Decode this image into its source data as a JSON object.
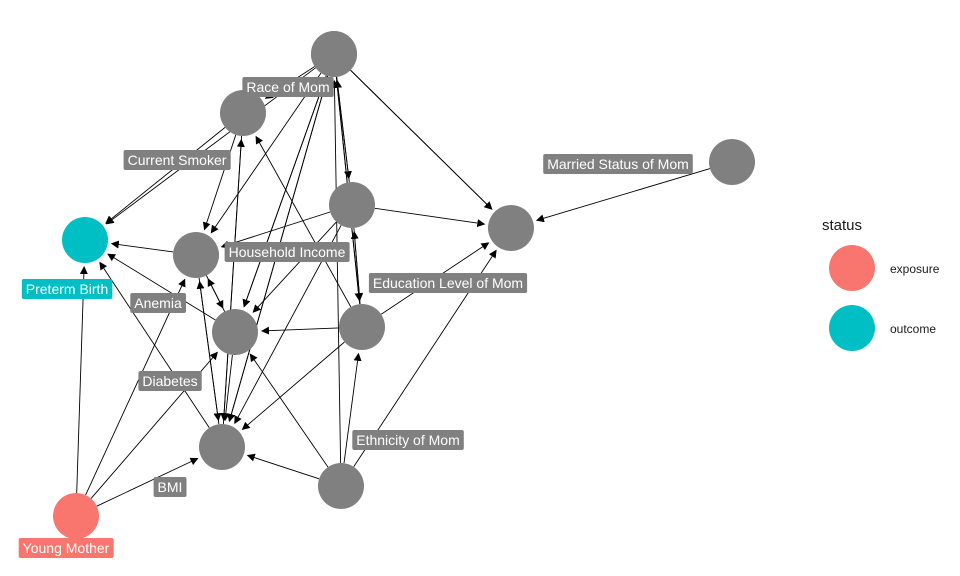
{
  "colors": {
    "default_node": "#808080",
    "exposure": "#F8766D",
    "outcome": "#00BFC4",
    "edge": "#000000",
    "label_text": "#ffffff"
  },
  "legend": {
    "title": "status",
    "items": [
      {
        "label": "exposure",
        "status": "exposure"
      },
      {
        "label": "outcome",
        "status": "outcome"
      }
    ]
  },
  "nodes": [
    {
      "id": "top",
      "label": "",
      "status": "none"
    },
    {
      "id": "race",
      "label": "Race of Mom",
      "status": "none"
    },
    {
      "id": "smoker",
      "label": "Current Smoker",
      "status": "none"
    },
    {
      "id": "married",
      "label": "Married Status of Mom",
      "status": "none"
    },
    {
      "id": "hh_income",
      "label": "Household Income",
      "status": "none"
    },
    {
      "id": "preterm",
      "label": "Preterm Birth",
      "status": "outcome"
    },
    {
      "id": "anemia",
      "label": "Anemia",
      "status": "none"
    },
    {
      "id": "education",
      "label": "Education Level of Mom",
      "status": "none"
    },
    {
      "id": "right_mid",
      "label": "",
      "status": "none"
    },
    {
      "id": "diabetes",
      "label": "Diabetes",
      "status": "none"
    },
    {
      "id": "ethnicity",
      "label": "Ethnicity of Mom",
      "status": "none"
    },
    {
      "id": "bmi",
      "label": "BMI",
      "status": "none"
    },
    {
      "id": "young",
      "label": "Young Mother",
      "status": "exposure"
    }
  ],
  "edges": [
    [
      "top",
      "right_mid"
    ],
    [
      "top",
      "hh_income"
    ],
    [
      "top",
      "education"
    ],
    [
      "top",
      "diabetes"
    ],
    [
      "top",
      "smoker"
    ],
    [
      "top",
      "bmi"
    ],
    [
      "race",
      "right_mid"
    ],
    [
      "race",
      "preterm"
    ],
    [
      "race",
      "diabetes"
    ],
    [
      "race",
      "bmi"
    ],
    [
      "race",
      "anemia"
    ],
    [
      "hh_income",
      "right_mid"
    ],
    [
      "hh_income",
      "education"
    ],
    [
      "hh_income",
      "race"
    ],
    [
      "hh_income",
      "anemia"
    ],
    [
      "hh_income",
      "diabetes"
    ],
    [
      "hh_income",
      "bmi"
    ],
    [
      "married",
      "right_mid"
    ],
    [
      "education",
      "right_mid"
    ],
    [
      "education",
      "hh_income"
    ],
    [
      "education",
      "diabetes"
    ],
    [
      "education",
      "bmi"
    ],
    [
      "education",
      "race"
    ],
    [
      "education",
      "smoker"
    ],
    [
      "ethnicity",
      "right_mid"
    ],
    [
      "ethnicity",
      "race"
    ],
    [
      "ethnicity",
      "bmi"
    ],
    [
      "ethnicity",
      "diabetes"
    ],
    [
      "ethnicity",
      "education"
    ],
    [
      "smoker",
      "preterm"
    ],
    [
      "smoker",
      "anemia"
    ],
    [
      "smoker",
      "bmi"
    ],
    [
      "anemia",
      "preterm"
    ],
    [
      "anemia",
      "diabetes"
    ],
    [
      "anemia",
      "bmi"
    ],
    [
      "diabetes",
      "preterm"
    ],
    [
      "diabetes",
      "anemia"
    ],
    [
      "diabetes",
      "bmi"
    ],
    [
      "bmi",
      "preterm"
    ],
    [
      "bmi",
      "anemia"
    ],
    [
      "bmi",
      "smoker"
    ],
    [
      "young",
      "preterm"
    ],
    [
      "young",
      "bmi"
    ],
    [
      "young",
      "diabetes"
    ],
    [
      "young",
      "anemia"
    ]
  ]
}
